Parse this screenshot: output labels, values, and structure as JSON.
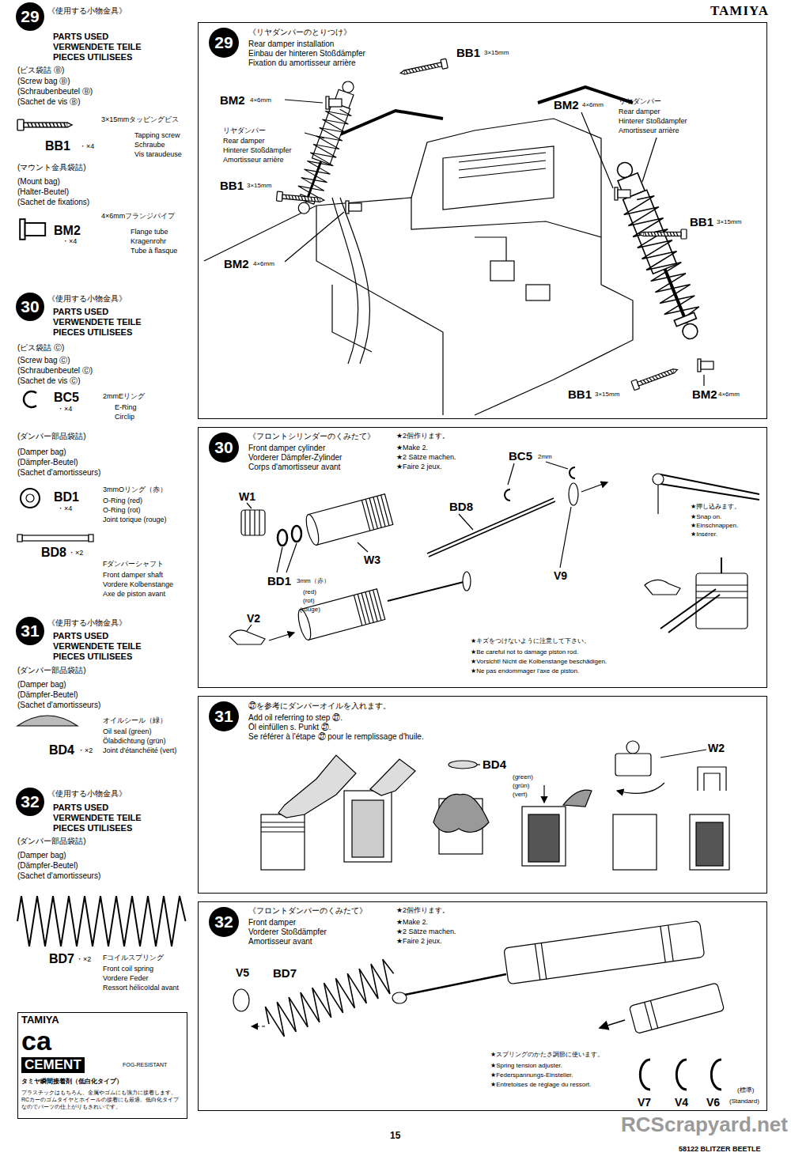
{
  "diagram": {
    "title": "TAMIYA",
    "nodes": [
      {
        "text": [
          "《リヤダンパーのとりつけ》",
          "Rear damper installation",
          "Einbau der hinteren Stoßdämpfer",
          "Fixation du amortisseur arrière"
        ]
      },
      {
        "text": [
          "29"
        ],
        "in": 0
      },
      {
        "text": [
          "《フロントシリンダーのくみたて》",
          "★2個作ります。",
          "Front damper cylinder",
          "Vorderer Dämpfer-Zylinder",
          "Corps d'amortisseur avant",
          "★Make 2.",
          "★2 Sätze machen.",
          "★Faire 2 jeux."
        ]
      },
      {
        "text": [
          "30"
        ],
        "in": 2
      },
      {
        "text": [
          "㉗を参考にダンパーオイルを入れます。",
          "Add oil referring to step ㉗.",
          "Öl einfüllen s. Punkt ㉗.",
          "Se référer à l'étape ㉗ pour le remplissage d'huile."
        ]
      },
      {
        "text": [
          "31"
        ],
        "in": 4
      },
      {
        "text": [
          "《フロントダンパーのくみたて》",
          "★2個作ります。",
          "Front damper",
          "Vorderer Stoßdämpfer",
          "Amortisseur avant",
          "★Make 2.",
          "★2 Sätze machen.",
          "★Faire 2 jeux."
        ]
      },
      {
        "text": [
          "32"
        ],
        "in": 6
      },
      {
        "text": [
          "29"
        ]
      },
      {
        "text": [
          "30"
        ]
      },
      {
        "text": [
          "31"
        ]
      },
      {
        "text": [
          "32"
        ]
      },
      {
        "text": [
          "TAMIYA",
          "ca",
          "CEMENT",
          "FOG-RESISTANT",
          "タミヤ瞬間接着剤（低白化タイプ）",
          "プラスチックはもちろん、金属やゴムにも強力に接着します。RCカーのゴムタイヤとホイールの接着にも最適。低白化タイプなのでパーツの仕上がりもきれいです。"
        ]
      }
    ],
    "labels": [
      "《使用する小物金具》",
      "PARTS USED",
      "VERWENDETE TEILE",
      "PIECES UTILISEES",
      "(ビス袋詰 Ⓑ)",
      "(Screw bag Ⓑ)",
      "(Schraubenbeutel Ⓑ)",
      "(Sachet de vis Ⓑ)",
      "3×15mmタッピングビス",
      "BB1",
      "・×4",
      "Tapping screw",
      "Schraube",
      "Vis taraudeuse",
      "(マウント金具袋詰)",
      "(Mount bag)",
      "(Halter-Beutel)",
      "(Sachet de fixations)",
      "4×6mmフランジパイプ",
      "BM2",
      "・×4",
      "Flange tube",
      "Kragenrohr",
      "Tube à flasque",
      "《使用する小物金具》",
      "PARTS USED",
      "VERWENDETE TEILE",
      "PIECES UTILISEES",
      "(ビス袋詰 Ⓒ)",
      "(Screw bag Ⓒ)",
      "(Schraubenbeutel Ⓒ)",
      "(Sachet de vis Ⓒ)",
      "BC5",
      "・×4",
      "2mmEリング",
      "E-Ring",
      "Circlip",
      "(ダンパー部品袋詰)",
      "(Damper bag)",
      "(Dämpfer-Beutel)",
      "(Sachet d'amortisseurs)",
      "BD1",
      "・×4",
      "3mmOリング（赤）",
      "O-Ring (red)",
      "O-Ring (rot)",
      "Joint torique (rouge)",
      "BD8",
      "・×2",
      "Fダンパーシャフト",
      "Front damper shaft",
      "Vordere Kolbenstange",
      "Axe de piston avant",
      "《使用する小物金具》",
      "PARTS USED",
      "VERWENDETE TEILE",
      "PIECES UTILISEES",
      "(ダンパー部品袋詰)",
      "(Damper bag)",
      "(Dämpfer-Beutel)",
      "(Sachet d'amortisseurs)",
      "オイルシール（緑）",
      "Oil seal (green)",
      "Ölabdichtung (grün)",
      "Joint d'étanchéité (vert)",
      "BD4",
      "・×2",
      "《使用する小物金具》",
      "PARTS USED",
      "VERWENDETE TEILE",
      "PIECES UTILISEES",
      "(ダンパー部品袋詰)",
      "(Damper bag)",
      "(Dämpfer-Beutel)",
      "(Sachet d'amortisseurs)",
      "BD7",
      "・×2",
      "Fコイルスプリング",
      "Front coil spring",
      "Vordere Feder",
      "Ressort hélicoïdal avant",
      "BB1",
      "3×15mm",
      "BM2",
      "4×6mm",
      "リヤダンパー",
      "Rear damper",
      "Hinterer Stoßdämpfer",
      "Amortisseur arrière",
      "BB1",
      "3×15mm",
      "BM2",
      "4×6mm",
      "BM2",
      "4×6mm",
      "リヤダンパー",
      "Rear damper",
      "Hinterer Stoßdämpfer",
      "Amortisseur arrière",
      "BB1",
      "3×15mm",
      "BB1",
      "3×15mm",
      "BM2",
      "4×6mm",
      "BC5",
      "2mm",
      "W1",
      "BD8",
      "W3",
      "V9",
      "BD1",
      "3mm（赤）",
      "(red)",
      "(rot)",
      "(rouge)",
      "V2",
      "★押し込みます。",
      "★Snap on.",
      "★Einschnappen.",
      "★Insérer.",
      "★キズをつけないように注意して下さい。",
      "★Be careful not to damage piston rod.",
      "★Vorsicht! Nicht die Kolbenstange beschädigen.",
      "★Ne pas endommager l'axe de piston.",
      "BD4",
      "(green)",
      "(grün)",
      "(vert)",
      "W2",
      "V5",
      "BD7",
      "★スプリングのかたさ調節に使います。",
      "★Spring tension adjuster.",
      "★Federspannungs-Einsteller.",
      "★Entretoises de réglage du ressort.",
      "V7",
      "V4",
      "V6",
      "(標準)",
      "(Standard)",
      "15",
      "58122 BLITZER BEETLE",
      "RCScrapyard.net"
    ]
  }
}
